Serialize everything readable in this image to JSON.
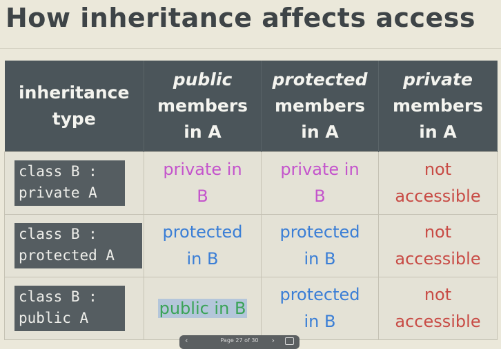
{
  "slide": {
    "title": "How inheritance affects access"
  },
  "table": {
    "headers": [
      {
        "lines": [
          "inheritance",
          "type"
        ],
        "italic_first": false
      },
      {
        "lines": [
          "public",
          "members",
          "in A"
        ],
        "italic_first": true
      },
      {
        "lines": [
          "protected",
          "members",
          "in A"
        ],
        "italic_first": true
      },
      {
        "lines": [
          "private",
          "members",
          "in A"
        ],
        "italic_first": true
      }
    ],
    "rows": [
      {
        "type_lines": [
          "class B :",
          "private A"
        ],
        "public_cell": {
          "lines": [
            "private in",
            "B"
          ],
          "color": "#c455cc"
        },
        "protected_cell": {
          "lines": [
            "private in",
            "B"
          ],
          "color": "#c455cc"
        },
        "private_cell": {
          "lines": [
            "not",
            "accessible"
          ],
          "color": "#c84b45"
        }
      },
      {
        "type_lines": [
          "class B :",
          "protected A"
        ],
        "public_cell": {
          "lines": [
            "protected",
            "in B"
          ],
          "color": "#3a7ed6"
        },
        "protected_cell": {
          "lines": [
            "protected",
            "in B"
          ],
          "color": "#3a7ed6"
        },
        "private_cell": {
          "lines": [
            "not",
            "accessible"
          ],
          "color": "#c84b45"
        }
      },
      {
        "type_lines": [
          "class B :",
          "public A"
        ],
        "public_cell": {
          "lines": [
            "public in B"
          ],
          "color": "#3aa357",
          "highlighted": true
        },
        "protected_cell": {
          "lines": [
            "protected",
            "in B"
          ],
          "color": "#3a7ed6"
        },
        "private_cell": {
          "lines": [
            "not",
            "accessible"
          ],
          "color": "#c84b45"
        }
      }
    ]
  },
  "viewer": {
    "prev_icon": "chevron-left-icon",
    "page_label": "Page 27 of 30",
    "next_icon": "chevron-right-icon",
    "view_icon": "window-icon"
  },
  "colors": {
    "header_bg": "#4b555a",
    "code_bg": "#555d61",
    "cell_bg": "#e4e2d6",
    "highlight_bg": "#b4c6da"
  }
}
